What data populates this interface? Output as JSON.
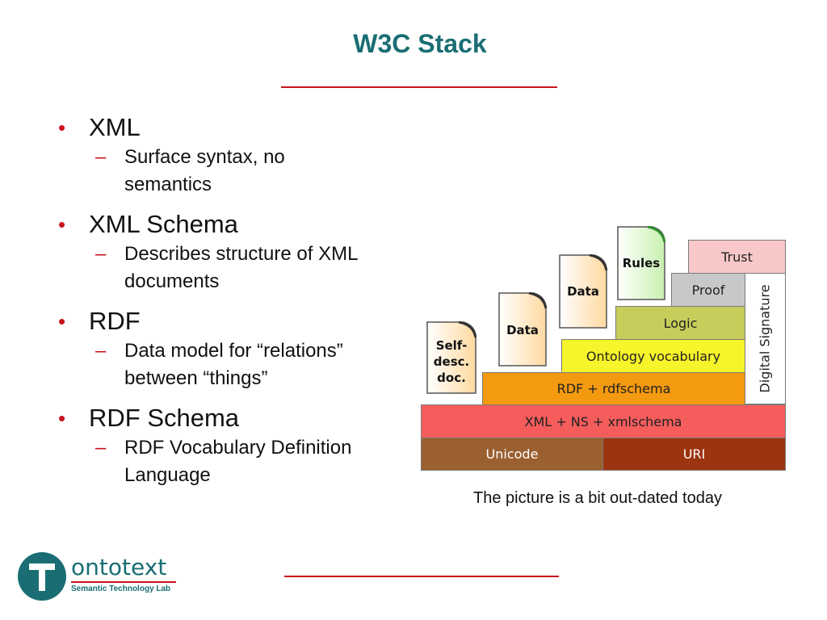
{
  "slide": {
    "title": "W3C Stack",
    "caption": "The picture is a bit out-dated today",
    "bullets": [
      {
        "text": "XML",
        "sub": [
          "Surface syntax, no",
          "semantics"
        ]
      },
      {
        "text": "XML Schema",
        "sub": [
          "Describes structure of XML",
          "documents"
        ]
      },
      {
        "text": "RDF",
        "sub": [
          "Data model for “relations”",
          "between “things”"
        ]
      },
      {
        "text": "RDF Schema",
        "sub": [
          "RDF Vocabulary Definition",
          "Language"
        ]
      }
    ]
  },
  "stack": {
    "unicode": "Unicode",
    "uri": "URI",
    "xml_ns": "XML + NS + xmlschema",
    "rdf": "RDF + rdfschema",
    "ontology": "Ontology vocabulary",
    "logic": "Logic",
    "proof": "Proof",
    "trust": "Trust",
    "digital_signature": "Digital Signature",
    "docs": {
      "self_desc": [
        "Self-",
        "desc.",
        "doc."
      ],
      "data1": "Data",
      "data2": "Data",
      "rules": "Rules"
    }
  },
  "logo": {
    "name": "ontotext",
    "tagline": "Semantic Technology Lab"
  },
  "colors": {
    "accent_red": "#c8141e",
    "teal": "#1a6e73"
  }
}
